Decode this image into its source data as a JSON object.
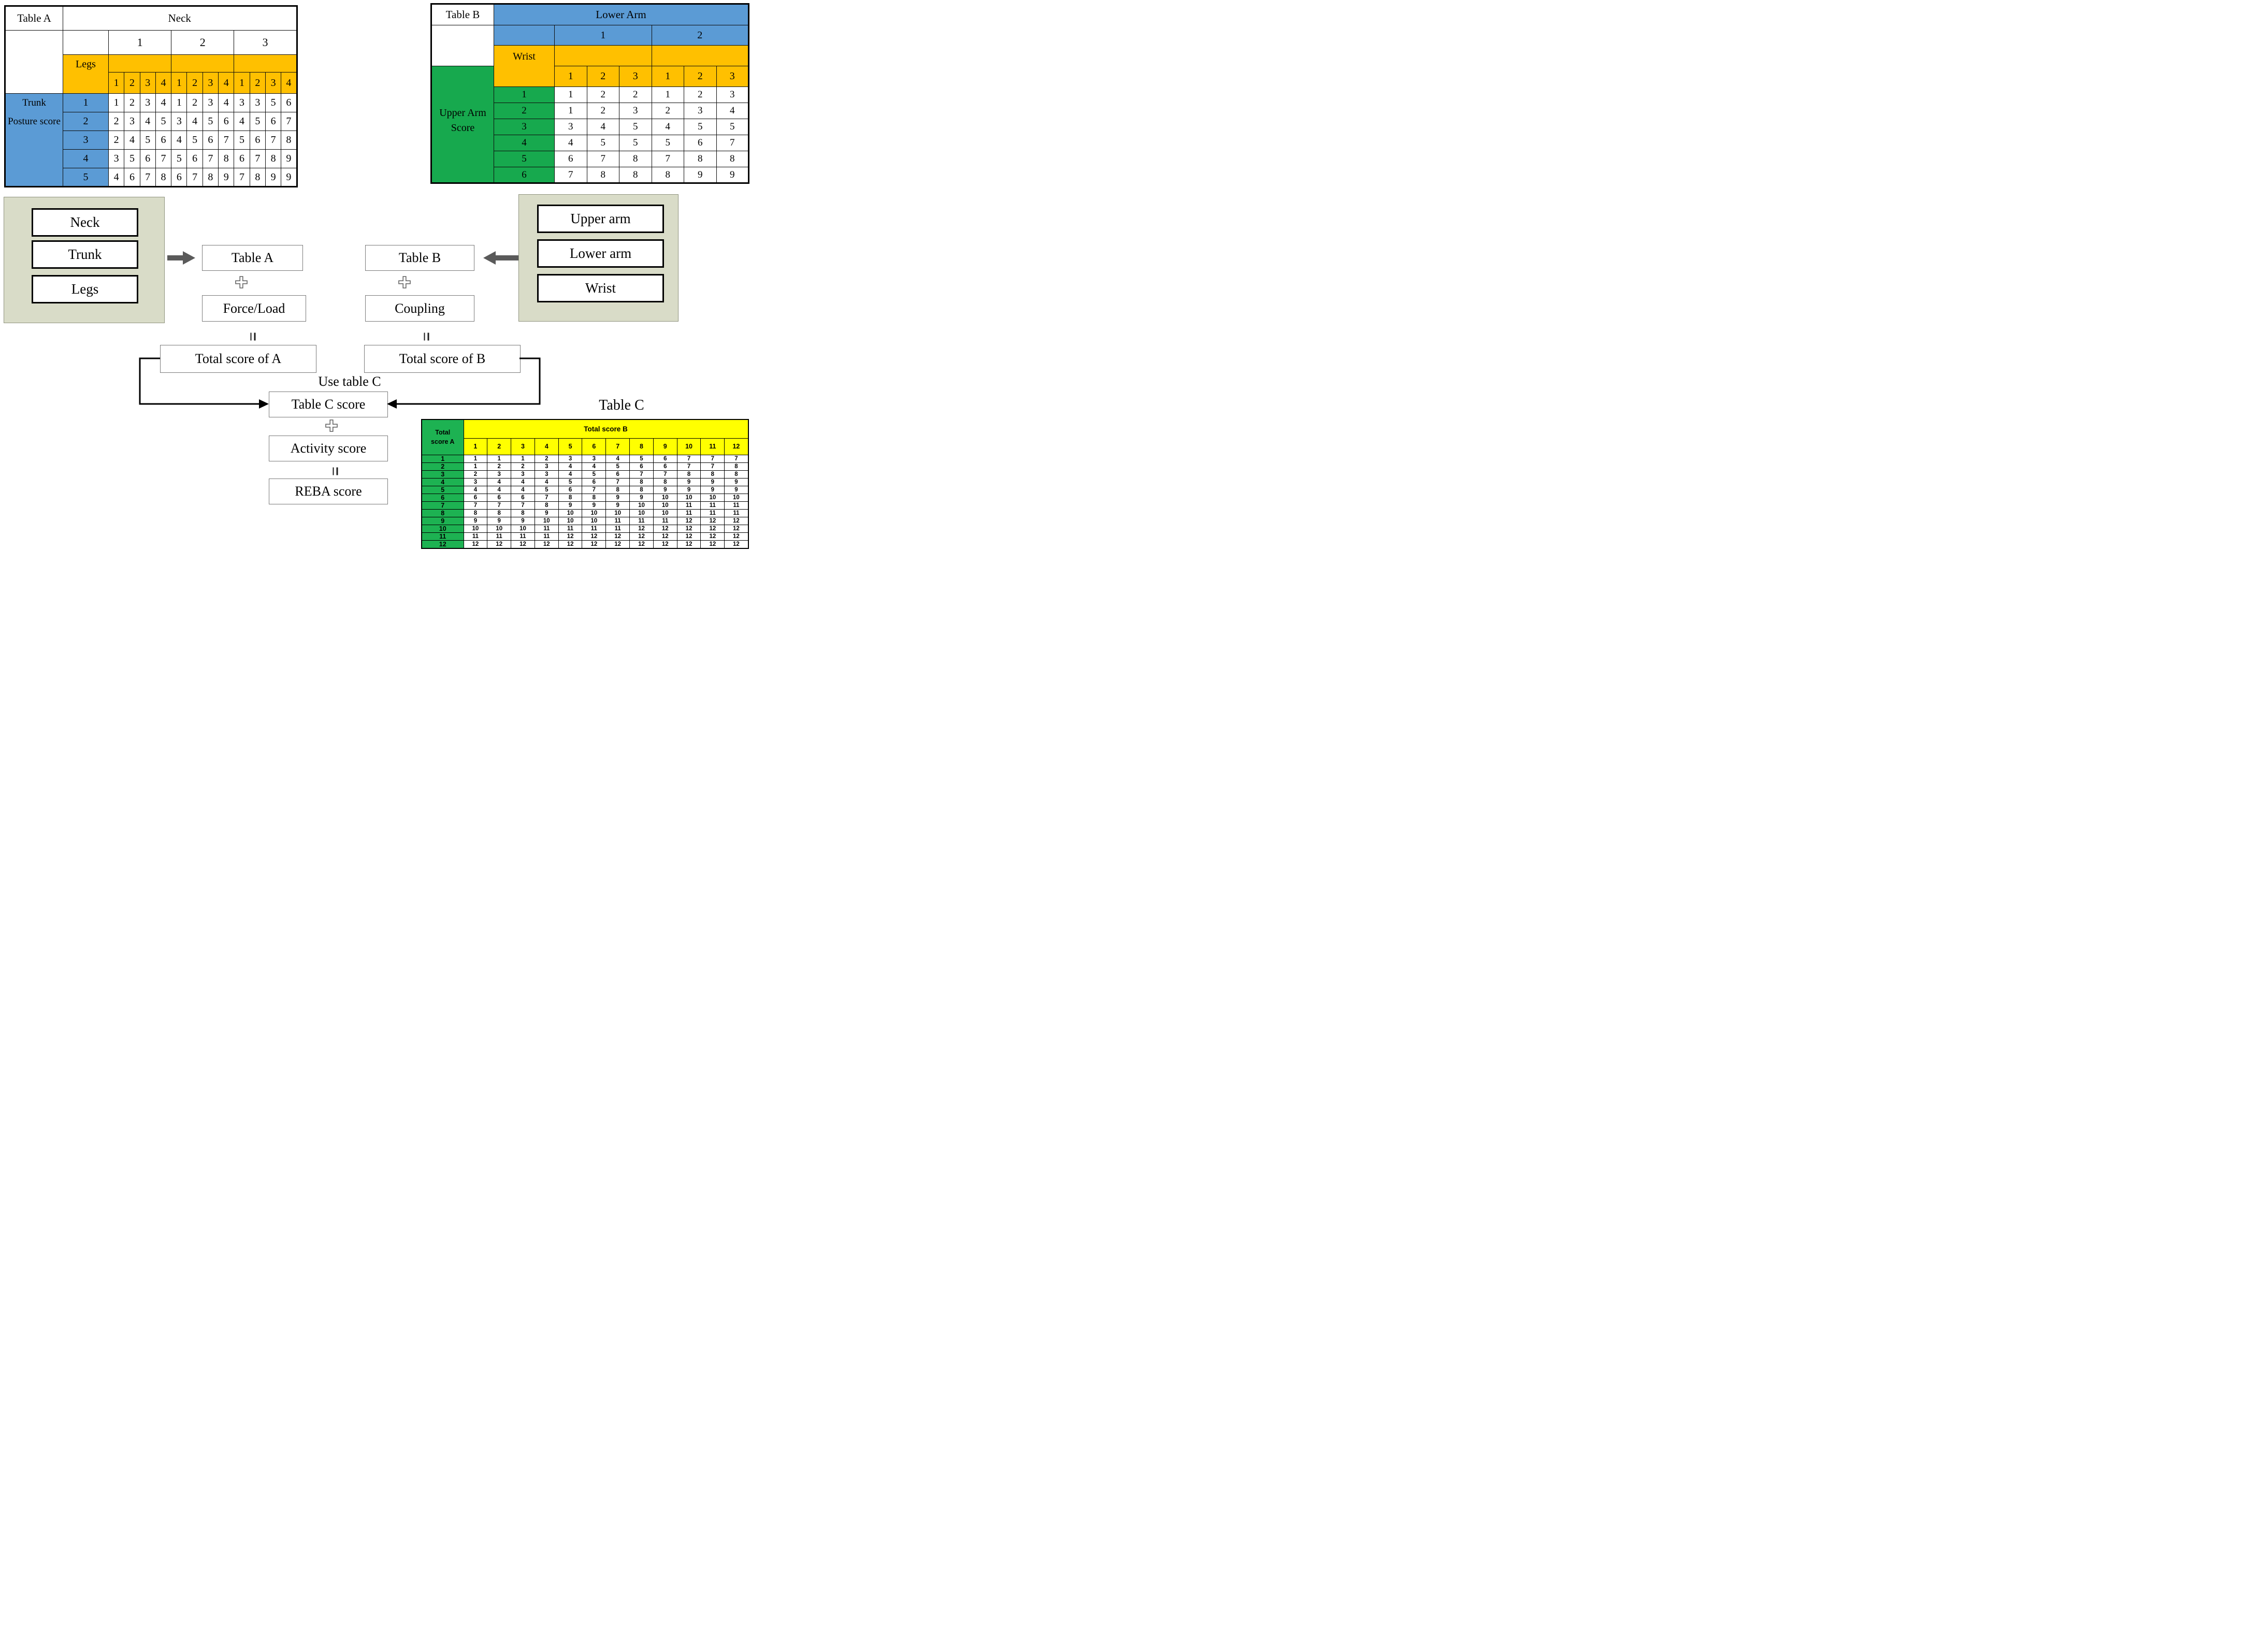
{
  "table_a": {
    "title": "Table A",
    "top_header": "Neck",
    "neck_levels": [
      "1",
      "2",
      "3"
    ],
    "legs_label": "Legs",
    "legs_numbers": [
      "1",
      "2",
      "3",
      "4",
      "1",
      "2",
      "3",
      "4",
      "1",
      "2",
      "3",
      "4"
    ],
    "row_header": [
      "Trunk",
      "Posture score"
    ],
    "rows": [
      {
        "label": "1",
        "values": [
          "1",
          "2",
          "3",
          "4",
          "1",
          "2",
          "3",
          "4",
          "3",
          "3",
          "5",
          "6"
        ]
      },
      {
        "label": "2",
        "values": [
          "2",
          "3",
          "4",
          "5",
          "3",
          "4",
          "5",
          "6",
          "4",
          "5",
          "6",
          "7"
        ]
      },
      {
        "label": "3",
        "values": [
          "2",
          "4",
          "5",
          "6",
          "4",
          "5",
          "6",
          "7",
          "5",
          "6",
          "7",
          "8"
        ]
      },
      {
        "label": "4",
        "values": [
          "3",
          "5",
          "6",
          "7",
          "5",
          "6",
          "7",
          "8",
          "6",
          "7",
          "8",
          "9"
        ]
      },
      {
        "label": "5",
        "values": [
          "4",
          "6",
          "7",
          "8",
          "6",
          "7",
          "8",
          "9",
          "7",
          "8",
          "9",
          "9"
        ]
      }
    ]
  },
  "table_b": {
    "title": "Table B",
    "top_header": "Lower Arm",
    "lower_arm_levels": [
      "1",
      "2"
    ],
    "wrist_label": "Wrist",
    "wrist_numbers": [
      "1",
      "2",
      "3",
      "1",
      "2",
      "3"
    ],
    "row_header": [
      "Upper Arm",
      "Score"
    ],
    "rows": [
      {
        "label": "1",
        "values": [
          "1",
          "2",
          "2",
          "1",
          "2",
          "3"
        ]
      },
      {
        "label": "2",
        "values": [
          "1",
          "2",
          "3",
          "2",
          "3",
          "4"
        ]
      },
      {
        "label": "3",
        "values": [
          "3",
          "4",
          "5",
          "4",
          "5",
          "5"
        ]
      },
      {
        "label": "4",
        "values": [
          "4",
          "5",
          "5",
          "5",
          "6",
          "7"
        ]
      },
      {
        "label": "5",
        "values": [
          "6",
          "7",
          "8",
          "7",
          "8",
          "8"
        ]
      },
      {
        "label": "6",
        "values": [
          "7",
          "8",
          "8",
          "8",
          "9",
          "9"
        ]
      }
    ]
  },
  "table_c": {
    "title": "Table C",
    "corner_label": [
      "Total",
      "score A"
    ],
    "col_header": "Total score B",
    "col_numbers": [
      "1",
      "2",
      "3",
      "4",
      "5",
      "6",
      "7",
      "8",
      "9",
      "10",
      "11",
      "12"
    ],
    "rows": [
      {
        "label": "1",
        "values": [
          "1",
          "1",
          "1",
          "2",
          "3",
          "3",
          "4",
          "5",
          "6",
          "7",
          "7",
          "7"
        ]
      },
      {
        "label": "2",
        "values": [
          "1",
          "2",
          "2",
          "3",
          "4",
          "4",
          "5",
          "6",
          "6",
          "7",
          "7",
          "8"
        ]
      },
      {
        "label": "3",
        "values": [
          "2",
          "3",
          "3",
          "3",
          "4",
          "5",
          "6",
          "7",
          "7",
          "8",
          "8",
          "8"
        ]
      },
      {
        "label": "4",
        "values": [
          "3",
          "4",
          "4",
          "4",
          "5",
          "6",
          "7",
          "8",
          "8",
          "9",
          "9",
          "9"
        ]
      },
      {
        "label": "5",
        "values": [
          "4",
          "4",
          "4",
          "5",
          "6",
          "7",
          "8",
          "8",
          "9",
          "9",
          "9",
          "9"
        ]
      },
      {
        "label": "6",
        "values": [
          "6",
          "6",
          "6",
          "7",
          "8",
          "8",
          "9",
          "9",
          "10",
          "10",
          "10",
          "10"
        ]
      },
      {
        "label": "7",
        "values": [
          "7",
          "7",
          "7",
          "8",
          "9",
          "9",
          "9",
          "10",
          "10",
          "11",
          "11",
          "11"
        ]
      },
      {
        "label": "8",
        "values": [
          "8",
          "8",
          "8",
          "9",
          "10",
          "10",
          "10",
          "10",
          "10",
          "11",
          "11",
          "11"
        ]
      },
      {
        "label": "9",
        "values": [
          "9",
          "9",
          "9",
          "10",
          "10",
          "10",
          "11",
          "11",
          "11",
          "12",
          "12",
          "12"
        ]
      },
      {
        "label": "10",
        "values": [
          "10",
          "10",
          "10",
          "11",
          "11",
          "11",
          "11",
          "12",
          "12",
          "12",
          "12",
          "12"
        ]
      },
      {
        "label": "11",
        "values": [
          "11",
          "11",
          "11",
          "11",
          "12",
          "12",
          "12",
          "12",
          "12",
          "12",
          "12",
          "12"
        ]
      },
      {
        "label": "12",
        "values": [
          "12",
          "12",
          "12",
          "12",
          "12",
          "12",
          "12",
          "12",
          "12",
          "12",
          "12",
          "12"
        ]
      }
    ]
  },
  "flow": {
    "inputs_a": [
      "Neck",
      "Trunk",
      "Legs"
    ],
    "inputs_b": [
      "Upper arm",
      "Lower arm",
      "Wrist"
    ],
    "table_a_box": "Table A",
    "force_load_box": "Force/Load",
    "total_a_box": "Total score of A",
    "table_b_box": "Table B",
    "coupling_box": "Coupling",
    "total_b_box": "Total score of B",
    "use_table_c": "Use table C",
    "table_c_score_box": "Table C score",
    "activity_score_box": "Activity score",
    "reba_score_box": "REBA score"
  },
  "icons": {
    "plus": "outlined-cross",
    "equals": "double-vertical-bar",
    "arrow_right": "solid-block-arrow-right",
    "arrow_left": "solid-block-arrow-left",
    "connector": "elbow-arrow"
  },
  "colors": {
    "blue": "#5B9BD5",
    "orange": "#FFC000",
    "green_table_b": "#17A94E",
    "green_table_c": "#1DB252",
    "yellow": "#FFFF00",
    "panel_beige": "#D9DCC8",
    "arrow_gray": "#5A5A5A"
  }
}
